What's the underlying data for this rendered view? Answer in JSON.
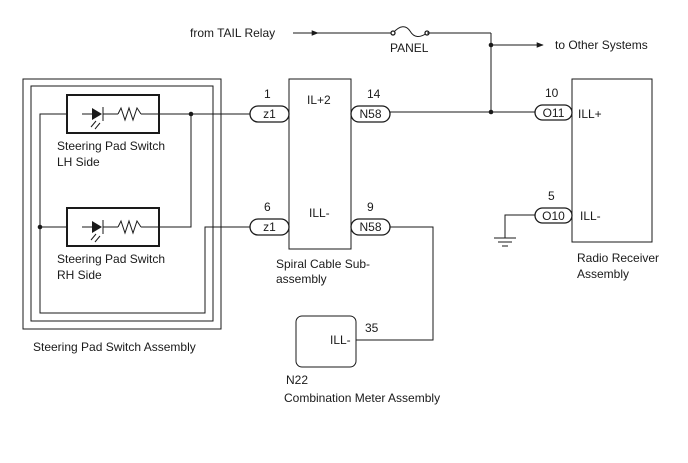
{
  "labels": {
    "from_tail_relay": "from TAIL Relay",
    "panel_fuse": "PANEL",
    "to_other_systems": "to Other Systems",
    "steering_pad_assembly": "Steering Pad Switch Assembly",
    "lh_line1": "Steering Pad Switch",
    "lh_line2": "LH Side",
    "rh_line1": "Steering Pad Switch",
    "rh_line2": "RH Side",
    "spiral_line1": "Spiral Cable Sub-",
    "spiral_line2": "assembly",
    "radio_line1": "Radio Receiver",
    "radio_line2": "Assembly",
    "meter_code": "N22",
    "meter_name": "Combination Meter Assembly"
  },
  "pins": {
    "z1_top": "1",
    "z1_bottom": "6",
    "n58_top": "14",
    "n58_bottom": "9",
    "o11": "10",
    "o10": "5",
    "meter": "35"
  },
  "connectors": {
    "z1_top": "z1",
    "z1_bottom": "z1",
    "n58_top": "N58",
    "n58_bottom": "N58",
    "o11": "O11",
    "o10": "O10"
  },
  "terminals": {
    "spiral_top": "IL+2",
    "spiral_bottom": "ILL-",
    "radio_top": "ILL+",
    "radio_bottom": "ILL-",
    "meter": "ILL-"
  }
}
